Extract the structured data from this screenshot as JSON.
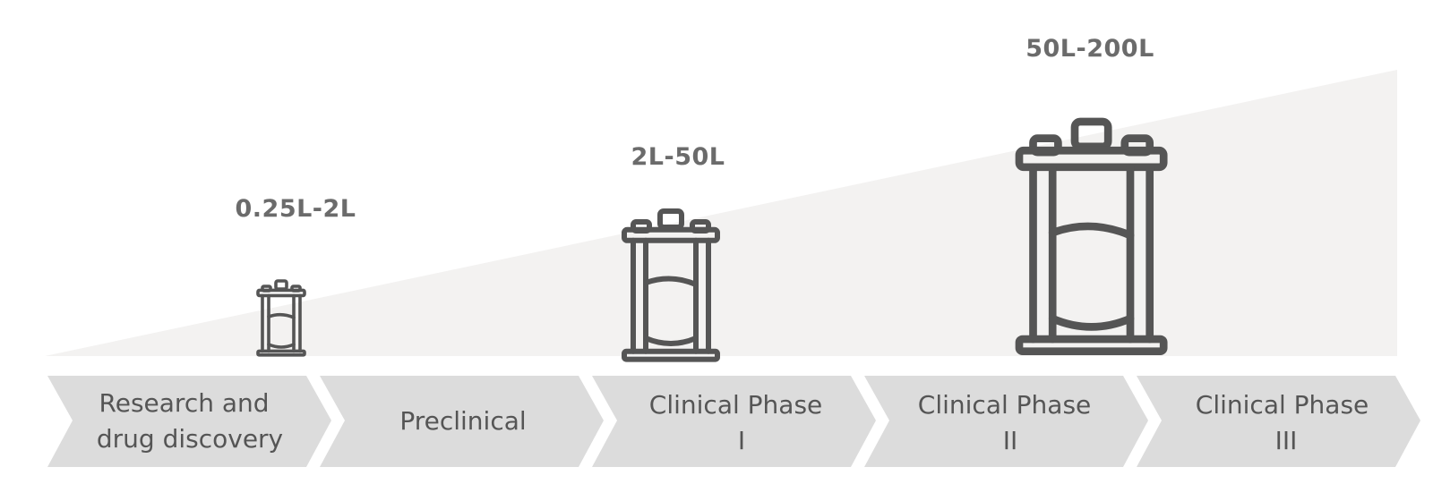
{
  "colors": {
    "wedge": "#f3f2f1",
    "chevron": "#dcdcdc",
    "icon_stroke": "#555555",
    "volume_text": "#6b6b6b",
    "stage_text": "#555555"
  },
  "icon_names": [
    "bioreactor-icon"
  ],
  "volumes": [
    {
      "label": "0.25L-2L"
    },
    {
      "label": "2L-50L"
    },
    {
      "label": "50L-200L"
    }
  ],
  "stages": [
    {
      "lines": [
        "Research and",
        "drug discovery"
      ]
    },
    {
      "lines": [
        "Preclinical"
      ]
    },
    {
      "lines": [
        "Clinical Phase",
        "I"
      ]
    },
    {
      "lines": [
        "Clinical Phase",
        "II"
      ]
    },
    {
      "lines": [
        "Clinical Phase",
        "III"
      ]
    }
  ]
}
